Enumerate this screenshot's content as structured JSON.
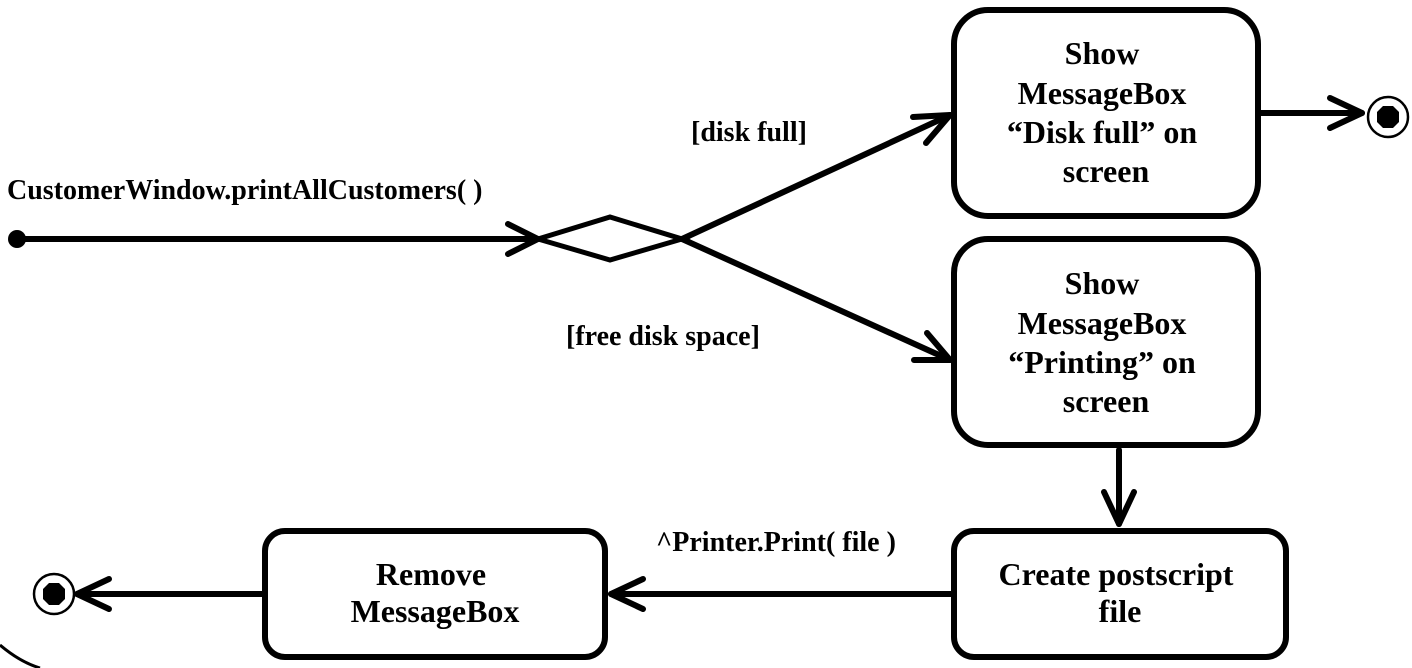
{
  "trigger": "CustomerWindow.printAllCustomers( )",
  "guards": {
    "disk_full": "[disk full]",
    "free_space": "[free disk space]"
  },
  "send_event": "^Printer.Print( file )",
  "activities": {
    "show_disk_full": [
      "Show",
      "MessageBox",
      "“Disk full” on",
      "screen"
    ],
    "show_printing": [
      "Show",
      "MessageBox",
      "“Printing” on",
      "screen"
    ],
    "create_postscript": [
      "Create postscript",
      "file"
    ],
    "remove_messagebox": [
      "Remove",
      "MessageBox"
    ]
  }
}
